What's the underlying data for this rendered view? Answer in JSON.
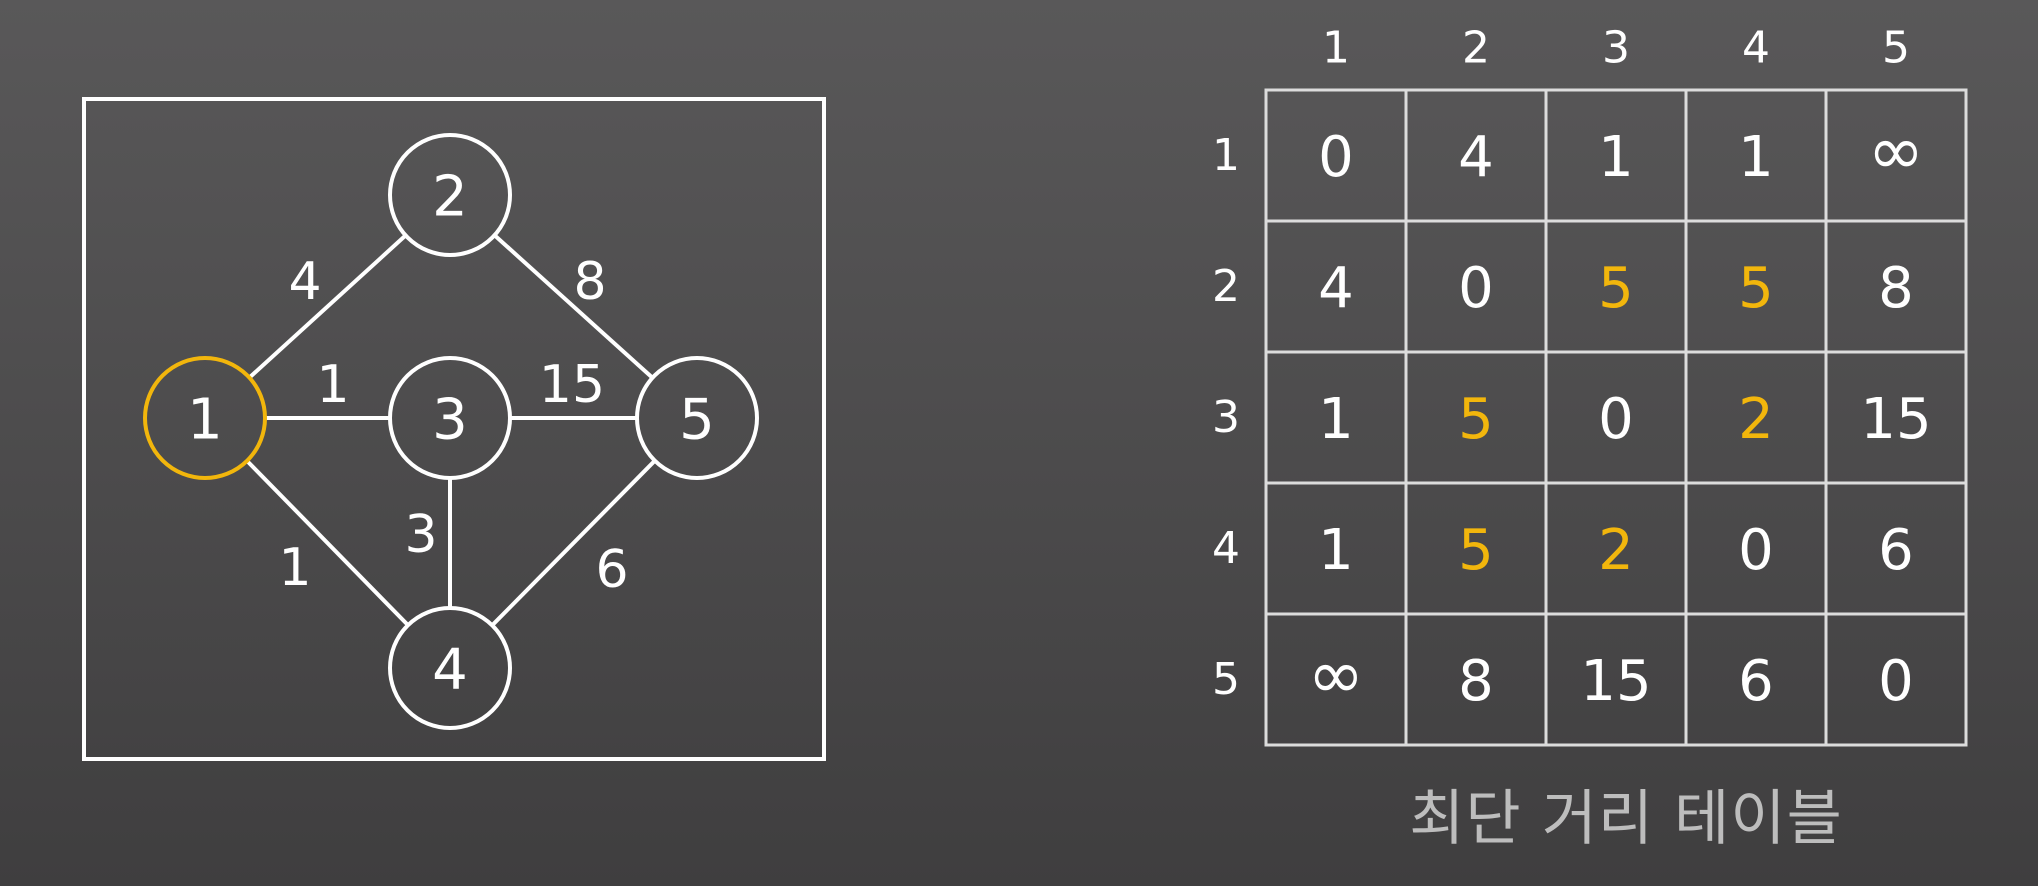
{
  "colors": {
    "background": "#555455",
    "line": "#ffffff",
    "highlight": "#f2b60c",
    "caption": "#bdbdbd"
  },
  "graph": {
    "nodes": [
      {
        "id": "1",
        "label": "1",
        "highlighted": true
      },
      {
        "id": "2",
        "label": "2",
        "highlighted": false
      },
      {
        "id": "3",
        "label": "3",
        "highlighted": false
      },
      {
        "id": "4",
        "label": "4",
        "highlighted": false
      },
      {
        "id": "5",
        "label": "5",
        "highlighted": false
      }
    ],
    "edges": [
      {
        "from": "1",
        "to": "2",
        "weight": "4"
      },
      {
        "from": "2",
        "to": "5",
        "weight": "8"
      },
      {
        "from": "1",
        "to": "3",
        "weight": "1"
      },
      {
        "from": "3",
        "to": "5",
        "weight": "15"
      },
      {
        "from": "1",
        "to": "4",
        "weight": "1"
      },
      {
        "from": "3",
        "to": "4",
        "weight": "3"
      },
      {
        "from": "4",
        "to": "5",
        "weight": "6"
      }
    ]
  },
  "table": {
    "column_headers": [
      "1",
      "2",
      "3",
      "4",
      "5"
    ],
    "row_headers": [
      "1",
      "2",
      "3",
      "4",
      "5"
    ],
    "rows": [
      [
        {
          "v": "0",
          "hl": false
        },
        {
          "v": "4",
          "hl": false
        },
        {
          "v": "1",
          "hl": false
        },
        {
          "v": "1",
          "hl": false
        },
        {
          "v": "∞",
          "hl": false
        }
      ],
      [
        {
          "v": "4",
          "hl": false
        },
        {
          "v": "0",
          "hl": false
        },
        {
          "v": "5",
          "hl": true
        },
        {
          "v": "5",
          "hl": true
        },
        {
          "v": "8",
          "hl": false
        }
      ],
      [
        {
          "v": "1",
          "hl": false
        },
        {
          "v": "5",
          "hl": true
        },
        {
          "v": "0",
          "hl": false
        },
        {
          "v": "2",
          "hl": true
        },
        {
          "v": "15",
          "hl": false
        }
      ],
      [
        {
          "v": "1",
          "hl": false
        },
        {
          "v": "5",
          "hl": true
        },
        {
          "v": "2",
          "hl": true
        },
        {
          "v": "0",
          "hl": false
        },
        {
          "v": "6",
          "hl": false
        }
      ],
      [
        {
          "v": "∞",
          "hl": false
        },
        {
          "v": "8",
          "hl": false
        },
        {
          "v": "15",
          "hl": false
        },
        {
          "v": "6",
          "hl": false
        },
        {
          "v": "0",
          "hl": false
        }
      ]
    ]
  },
  "caption": "최단 거리 테이블"
}
